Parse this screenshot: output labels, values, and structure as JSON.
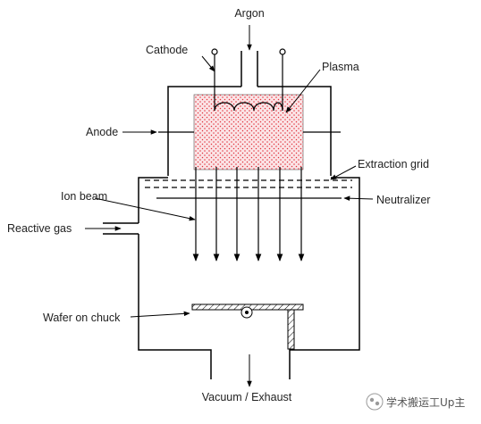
{
  "labels": {
    "argon": "Argon",
    "cathode": "Cathode",
    "plasma": "Plasma",
    "anode": "Anode",
    "extraction_grid": "Extraction grid",
    "ion_beam": "Ion beam",
    "neutralizer": "Neutralizer",
    "reactive_gas": "Reactive gas",
    "wafer_on_chuck": "Wafer on chuck",
    "vacuum_exhaust": "Vacuum / Exhaust"
  },
  "watermark": "学术搬运工Up主",
  "colors": {
    "line": "#000000",
    "plasma_dots": "#e0303a",
    "plasma_fill": "#fbe4e6",
    "label_text": "#222222"
  }
}
